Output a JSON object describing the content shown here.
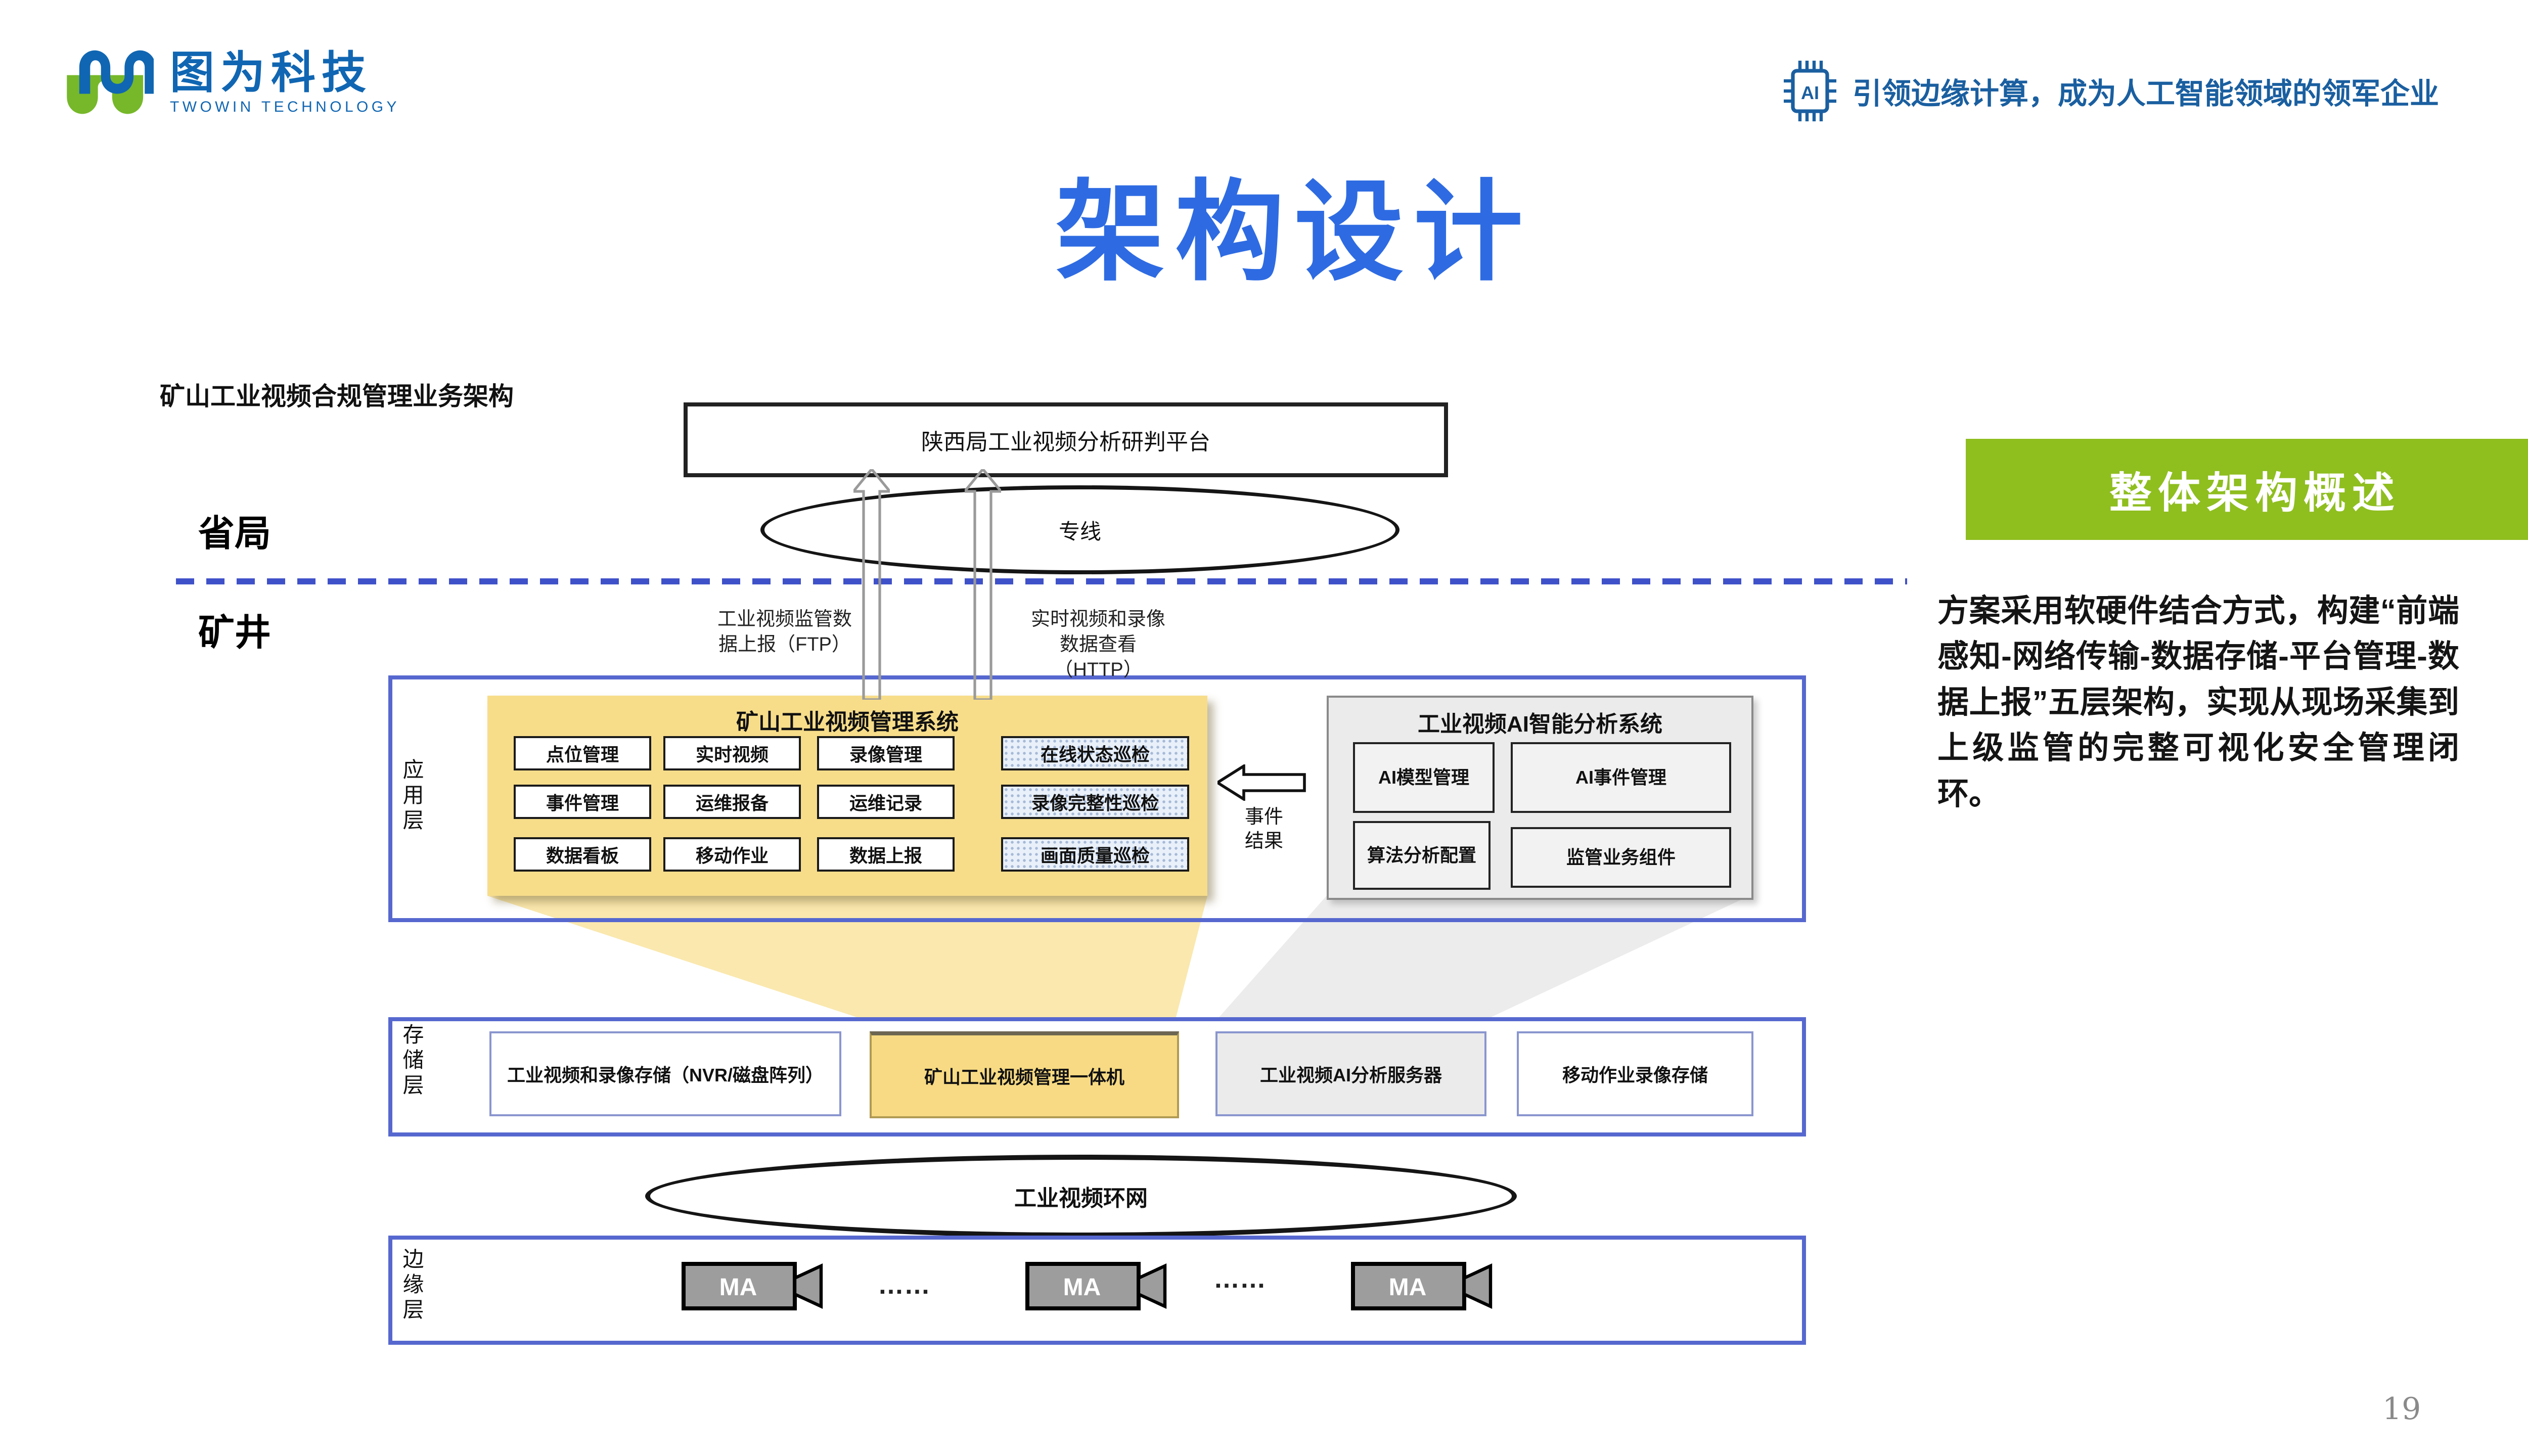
{
  "header": {
    "logo_name": "图为科技",
    "logo_subtitle": "TWOWIN TECHNOLOGY",
    "ai_icon_label": "AI",
    "slogan": "引领边缘计算，成为人工智能领域的领军企业"
  },
  "title": "架构设计",
  "diagram": {
    "caption": "矿山工业视频合规管理业务架构",
    "zones": {
      "province": "省局",
      "mine": "矿井"
    },
    "platform_box": "陕西局工业视频分析研判平台",
    "line_ellipse": "专线",
    "uplink_labels": {
      "ftp": "工业视频监管数据上报（FTP）",
      "http": "实时视频和录像数据查看（HTTP）"
    },
    "application_layer": {
      "label": "应用层",
      "video_system": {
        "title": "矿山工业视频管理系统",
        "items": [
          "点位管理",
          "实时视频",
          "录像管理",
          "事件管理",
          "运维报备",
          "运维记录",
          "数据看板",
          "移动作业",
          "数据上报"
        ],
        "patrol_items": [
          "在线状态巡检",
          "录像完整性巡检",
          "画面质量巡检"
        ]
      },
      "event_arrow_label": "事件结果",
      "ai_system": {
        "title": "工业视频AI智能分析系统",
        "items": [
          "AI模型管理",
          "AI事件管理",
          "算法分析配置",
          "监管业务组件"
        ]
      }
    },
    "storage_layer": {
      "label": "存储层",
      "items": [
        "工业视频和录像存储（NVR/磁盘阵列）",
        "矿山工业视频管理一体机",
        "工业视频AI分析服务器",
        "移动作业录像存储"
      ]
    },
    "ring_network": "工业视频环网",
    "edge_layer": {
      "label": "边缘层",
      "camera_label": "MA",
      "dots": "……"
    }
  },
  "side_panel": {
    "heading": "整体架构概述",
    "paragraph": "方案采用软硬件结合方式，构建“前端感知-网络传输-数据存储-平台管理-数据上报”五层架构，实现从现场采集到上级监管的完整可视化安全管理闭环。"
  },
  "page_number": "19",
  "colors": {
    "accent_blue_title": "#2e6be2",
    "brand_blue": "#1066b2",
    "brand_green": "#76b82a",
    "panel_green": "#8fbe1f",
    "layer_border_blue": "#5668cf",
    "divider_blue": "#3f51c9",
    "highlight_yellow": "#f7dd8a"
  }
}
